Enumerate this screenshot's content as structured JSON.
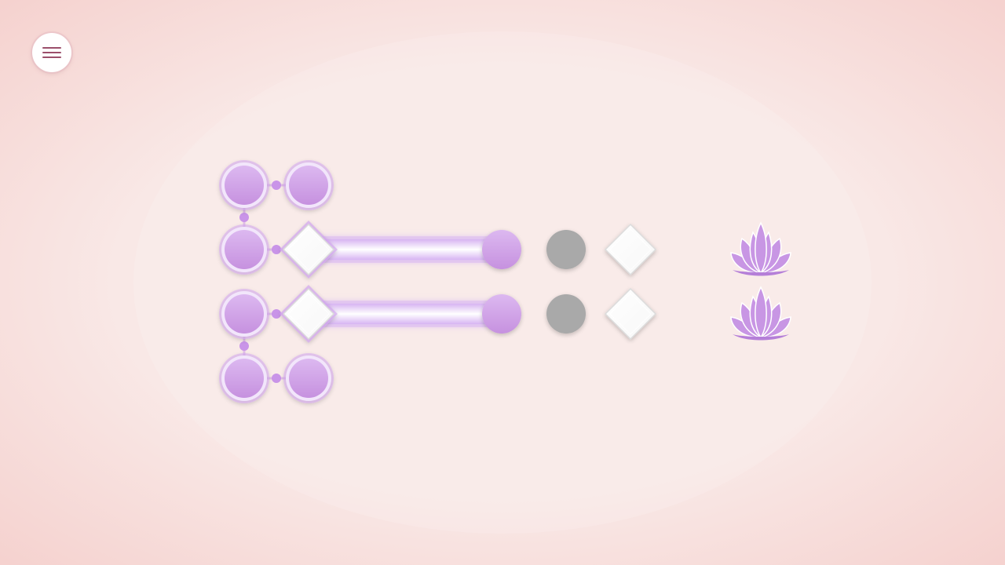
{
  "colors": {
    "background_center": "#f9e8e6",
    "background_edge": "#f5d2cf",
    "node_fill_top": "#dcb8f0",
    "node_fill_bottom": "#c691df",
    "node_ring": "#f2e6fb",
    "node_halo": "#d2a6ee",
    "connector": "#c994e8",
    "beam": "#d7b4f2",
    "beam_core": "#ffffff",
    "inactive_node": "#a9a9a9",
    "diamond_fill": "#f7f7f7",
    "diamond_edge": "#dcdcdc",
    "lotus": "#c896e4",
    "lotus_dark": "#b57fd8",
    "menu_icon": "#9b4f6b"
  },
  "menu": {
    "icon": "hamburger-menu-icon"
  },
  "puzzle": {
    "grid_columns": [
      "c1",
      "c2",
      "c3",
      "c4",
      "c5",
      "c6",
      "c7",
      "c8"
    ],
    "grid_rows": [
      "r1",
      "r2",
      "r3",
      "r4"
    ],
    "ring_nodes": [
      {
        "id": "n-r1-c1",
        "col": 0,
        "row": 0
      },
      {
        "id": "n-r1-c2",
        "col": 1,
        "row": 0
      },
      {
        "id": "n-r2-c1",
        "col": 0,
        "row": 1
      },
      {
        "id": "n-r3-c1",
        "col": 0,
        "row": 2
      },
      {
        "id": "n-r4-c1",
        "col": 0,
        "row": 3
      },
      {
        "id": "n-r4-c2",
        "col": 1,
        "row": 3
      }
    ],
    "links": [
      {
        "from": [
          0,
          0
        ],
        "to": [
          1,
          0
        ]
      },
      {
        "from": [
          0,
          0
        ],
        "to": [
          0,
          1
        ]
      },
      {
        "from": [
          0,
          1
        ],
        "to": [
          1,
          1
        ]
      },
      {
        "from": [
          0,
          2
        ],
        "to": [
          1,
          2
        ]
      },
      {
        "from": [
          0,
          2
        ],
        "to": [
          0,
          3
        ]
      },
      {
        "from": [
          0,
          3
        ],
        "to": [
          1,
          3
        ]
      }
    ],
    "emitter_diamonds": [
      {
        "col": 1,
        "row": 1,
        "lit": true
      },
      {
        "col": 1,
        "row": 2,
        "lit": true
      }
    ],
    "beams": [
      {
        "row": 1,
        "from_col": 1,
        "to_col": 4
      },
      {
        "row": 2,
        "from_col": 1,
        "to_col": 4
      }
    ],
    "beam_end_orbs": [
      {
        "col": 4,
        "row": 1
      },
      {
        "col": 4,
        "row": 2
      }
    ],
    "inactive_orbs": [
      {
        "col": 5,
        "row": 1
      },
      {
        "col": 5,
        "row": 2
      }
    ],
    "target_diamonds": [
      {
        "col": 6,
        "row": 1,
        "lit": false
      },
      {
        "col": 6,
        "row": 2,
        "lit": false
      }
    ],
    "goal_lotuses": [
      {
        "row": 1,
        "icon": "lotus-icon"
      },
      {
        "row": 2,
        "icon": "lotus-icon"
      }
    ]
  }
}
